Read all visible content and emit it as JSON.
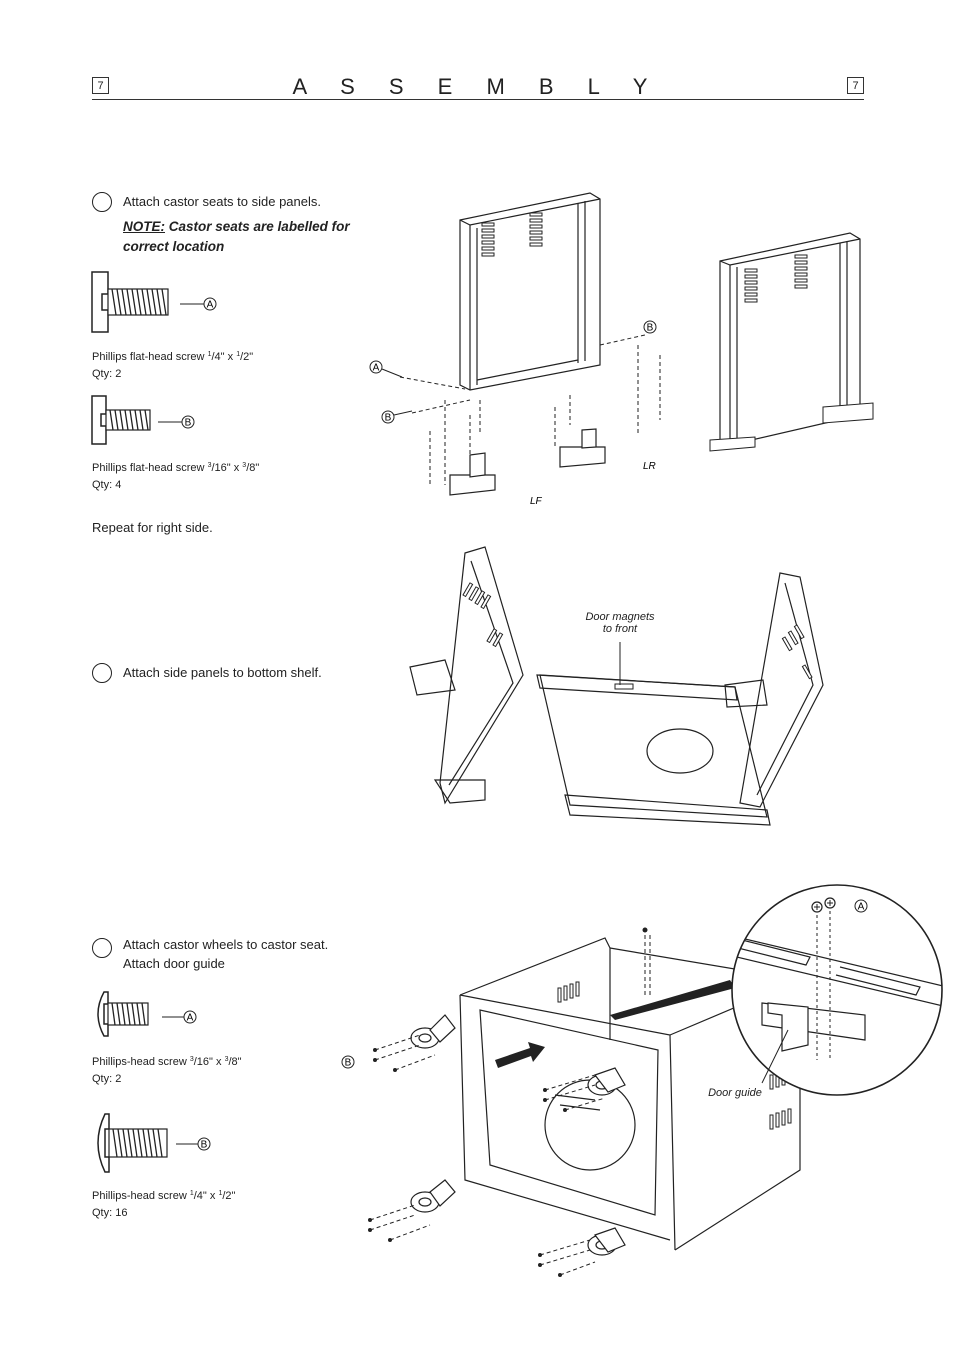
{
  "header": {
    "title": "A S S E M B L Y",
    "page_left": "7",
    "page_right": "7"
  },
  "step1": {
    "instruction": "Attach castor seats to side panels.",
    "note_label": "NOTE:",
    "note_text": " Castor seats are labelled for correct location",
    "screw_a": {
      "tag": "A",
      "name": "Phillips flat-head screw ",
      "size_a_num": "1",
      "size_a_den": "/4",
      "sep": "\" x ",
      "size_b_num": "1",
      "size_b_den": "/2",
      "end": "\"",
      "qty": "Qty: 2"
    },
    "screw_b": {
      "tag": "B",
      "name": "Phillips flat-head screw ",
      "size_a_num": "3",
      "size_a_den": "/16",
      "sep": "\" x ",
      "size_b_num": "3",
      "size_b_den": "/8",
      "end": "\"",
      "qty": "Qty: 4"
    },
    "repeat": "Repeat for right side.",
    "label_lf": "LF",
    "label_lr": "LR"
  },
  "step2": {
    "instruction": "Attach side panels to bottom shelf.",
    "callout_line1": "Door magnets",
    "callout_line2": "to front"
  },
  "step3": {
    "instruction_line1": "Attach castor wheels to castor seat.",
    "instruction_line2": "Attach door guide",
    "screw_a": {
      "tag": "A",
      "name": "Phillips-head screw ",
      "size_a_num": "3",
      "size_a_den": "/16",
      "sep": "\" x ",
      "size_b_num": "3",
      "size_b_den": "/8",
      "end": "\"",
      "qty": "Qty: 2"
    },
    "screw_b": {
      "tag": "B",
      "name": "Phillips-head screw ",
      "size_a_num": "1",
      "size_a_den": "/4",
      "sep": "\" x ",
      "size_b_num": "1",
      "size_b_den": "/2",
      "end": "\"",
      "qty": "Qty: 16"
    },
    "door_guide_label": "Door guide",
    "detail_tag": "A",
    "side_tag": "B"
  }
}
